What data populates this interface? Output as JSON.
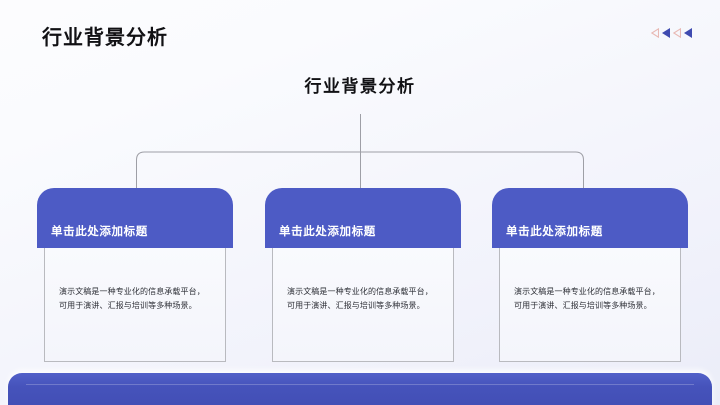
{
  "slide": {
    "header_title": "行业背景分析",
    "center_title": "行业背景分析",
    "accent_blue": "#4d5bc5",
    "accent_pink": "#e8b9b4",
    "deco_arrows": [
      {
        "icon": "triangle-left-outline-icon",
        "style": "outline",
        "color": "#e8b9b4"
      },
      {
        "icon": "triangle-left-filled-icon",
        "style": "filled",
        "color": "#3f4bb0"
      },
      {
        "icon": "triangle-left-outline-icon",
        "style": "outline",
        "color": "#e8b9b4"
      },
      {
        "icon": "triangle-left-filled-icon",
        "style": "filled",
        "color": "#3f4bb0"
      }
    ],
    "cards": [
      {
        "title": "单击此处添加标题",
        "body": "演示文稿是一种专业化的信息承载平台，可用于演讲、汇报与培训等多种场景。"
      },
      {
        "title": "单击此处添加标题",
        "body": "演示文稿是一种专业化的信息承载平台，可用于演讲、汇报与培训等多种场景。"
      },
      {
        "title": "单击此处添加标题",
        "body": "演示文稿是一种专业化的信息承载平台，可用于演讲、汇报与培训等多种场景。"
      }
    ]
  }
}
